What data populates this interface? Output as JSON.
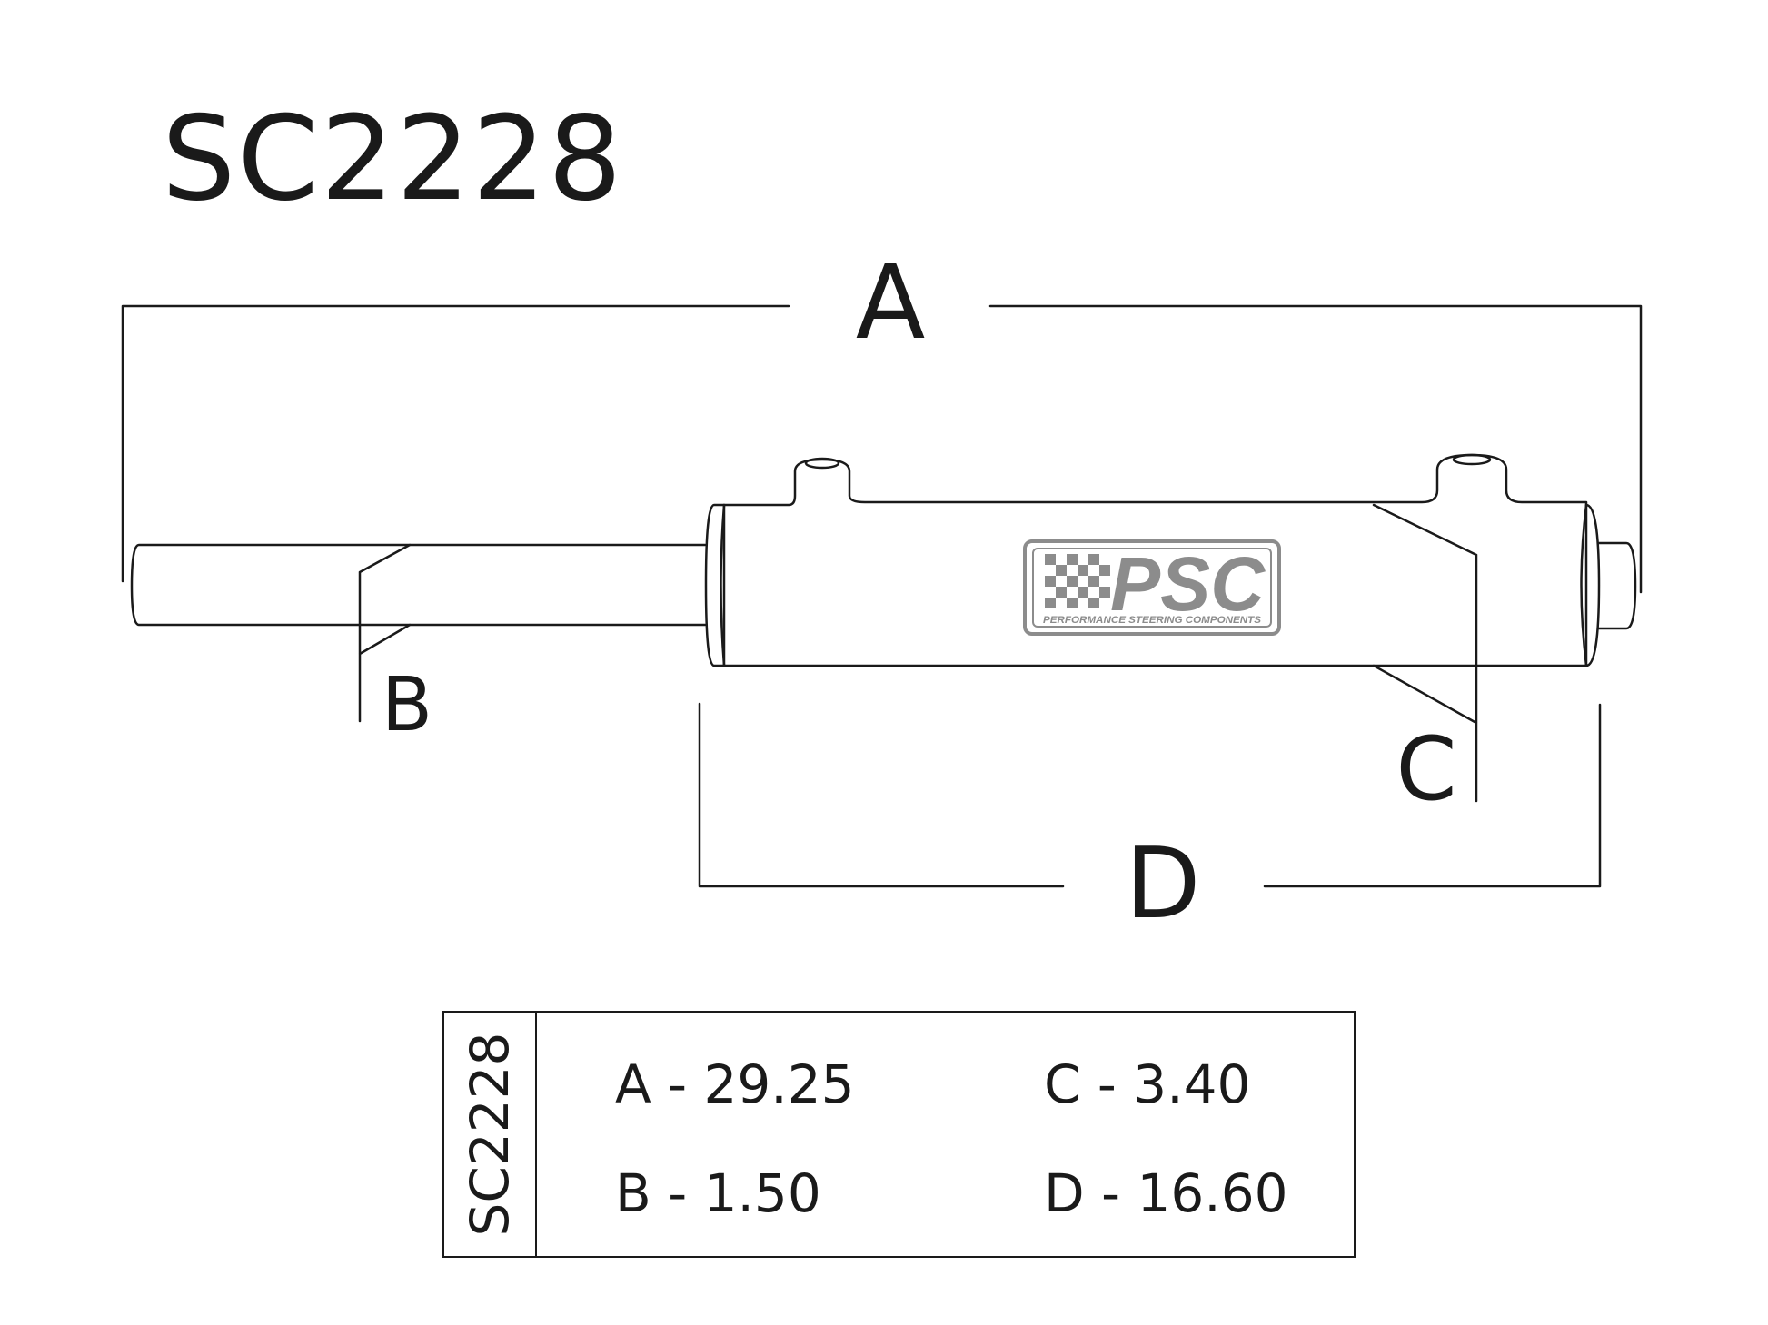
{
  "title": "SC2228",
  "dimension_labels": {
    "a": "A",
    "b": "B",
    "c": "C",
    "d": "D"
  },
  "logo": {
    "text": "PSC",
    "tagline": "PERFORMANCE STEERING COMPONENTS"
  },
  "spec_table": {
    "side_label": "SC2228",
    "cells": {
      "a": "A - 29.25",
      "b": "B - 1.50",
      "c": "C - 3.40",
      "d": "D - 16.60"
    }
  },
  "colors": {
    "line": "#1a1a1a",
    "logo": "#8c8c8c"
  }
}
